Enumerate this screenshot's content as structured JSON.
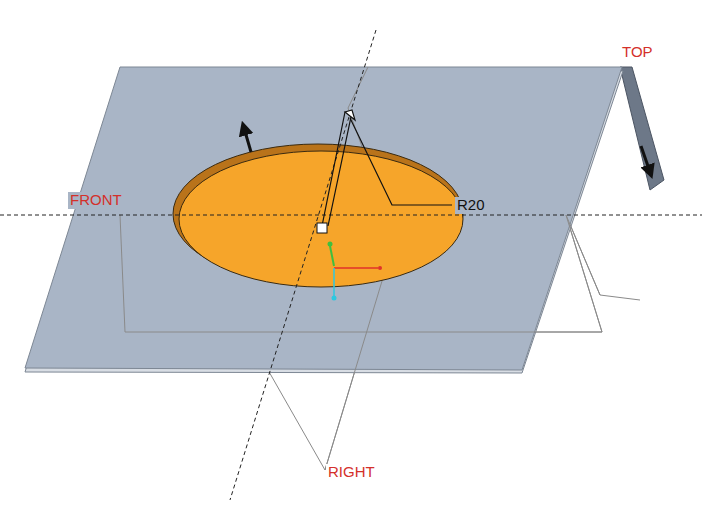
{
  "diagram": {
    "labels": [
      "TOP",
      "FRONT",
      "RIGHT",
      "R20"
    ]
  }
}
